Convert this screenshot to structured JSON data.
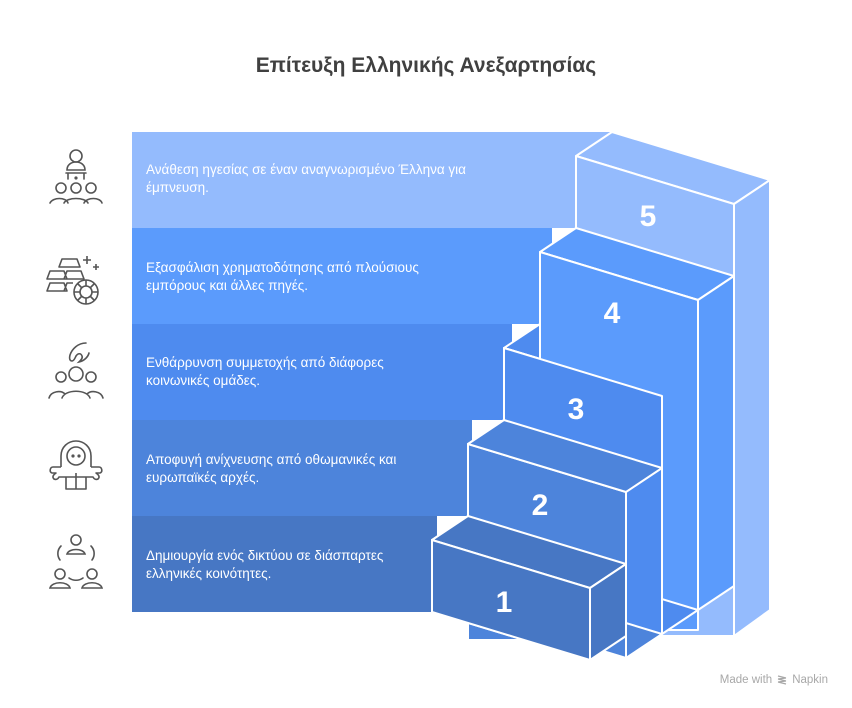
{
  "title": "Επίτευξη Ελληνικής Ανεξαρτησίας",
  "steps": [
    {
      "number": "5",
      "text": "Ανάθεση ηγεσίας σε έναν αναγνωρισμένο Έλληνα για έμπνευση.",
      "icon": "leader-audience-icon",
      "color": "#94bbfd"
    },
    {
      "number": "4",
      "text": "Εξασφάλιση χρηματοδότησης από πλούσιους εμπόρους και άλλες πηγές.",
      "icon": "gold-bars-coin-icon",
      "color": "#5b9bfc"
    },
    {
      "number": "3",
      "text": "Ενθάρρυνση συμμετοχής από διάφορες κοινωνικές ομάδες.",
      "icon": "hand-over-group-icon",
      "color": "#4e8bef"
    },
    {
      "number": "2",
      "text": "Αποφυγή ανίχνευσης από οθωμανικές και ευρωπαϊκές αρχές.",
      "icon": "hooded-figure-icon",
      "color": "#4d84db"
    },
    {
      "number": "1",
      "text": "Δημιουργία ενός δικτύου σε διάσπαρτες ελληνικές κοινότητες.",
      "icon": "people-network-icon",
      "color": "#4777c4"
    }
  ],
  "footer": {
    "made_with": "Made with",
    "brand": "Napkin"
  }
}
